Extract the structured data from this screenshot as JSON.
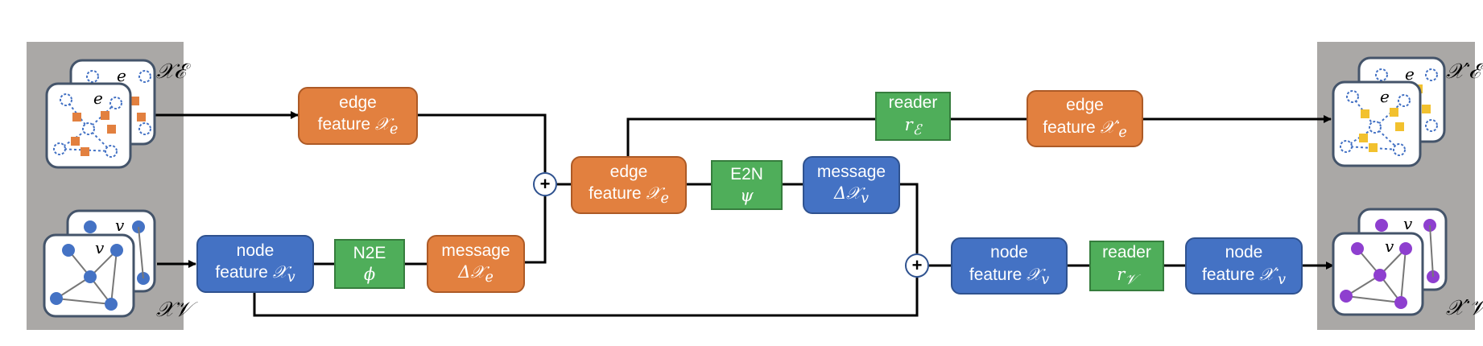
{
  "boxes": {
    "edge_feature_in": {
      "line1": "edge",
      "line2": "feature",
      "sym": "𝒳",
      "sub": "e"
    },
    "node_feature_in": {
      "line1": "node",
      "line2": "feature",
      "sym": "𝒳",
      "sub": "v"
    },
    "n2e": {
      "line1": "N2E",
      "line2": "ϕ"
    },
    "message_e": {
      "line1": "message",
      "line2": "Δ𝒳",
      "sub": "e"
    },
    "edge_feature_mid": {
      "line1": "edge",
      "line2": "feature",
      "sym": "𝒳",
      "sub": "e"
    },
    "e2n": {
      "line1": "E2N",
      "line2": "ψ"
    },
    "message_v": {
      "line1": "message",
      "line2": "Δ𝒳",
      "sub": "v"
    },
    "reader_edge": {
      "line1": "reader",
      "sym": "r",
      "sub": "ℰ"
    },
    "edge_feature_out": {
      "line1": "edge",
      "line2": "feature",
      "sym": "𝒳′",
      "sub": "e"
    },
    "node_feature_mid": {
      "line1": "node",
      "line2": "feature",
      "sym": "𝒳",
      "sub": "v"
    },
    "reader_node": {
      "line1": "reader",
      "sym": "r",
      "sub": "𝒱"
    },
    "node_feature_out": {
      "line1": "node",
      "line2": "feature",
      "sym": "𝒳′",
      "sub": "v"
    }
  },
  "labels": {
    "x_edge_in": "𝒳ℰ",
    "x_node_in": "𝒳𝒱",
    "x_edge_out": "𝒳′ℰ",
    "x_node_out": "𝒳′𝒱",
    "card_e": "e",
    "card_v": "v",
    "plus": "+"
  },
  "colors": {
    "orange": "#e2803f",
    "blue": "#4472c4",
    "green": "#4fae5a",
    "gray_panel": "#aaa8a6",
    "edge_square_in": "#e2803f",
    "edge_square_out": "#f2c12e",
    "node_dot_in": "#4472c4",
    "node_dot_out": "#8e3fcf"
  }
}
